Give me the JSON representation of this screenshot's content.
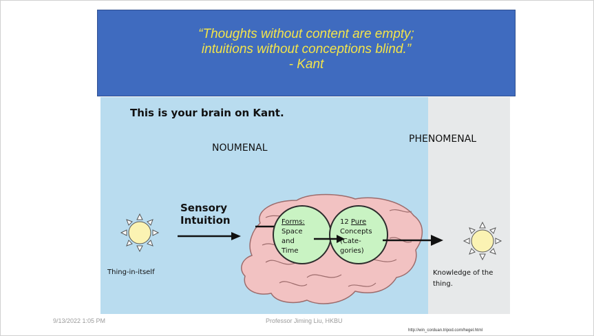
{
  "quote": {
    "line1": "“Thoughts without content are empty;",
    "line2": "intuitions without conceptions blind.”",
    "author": "- Kant"
  },
  "figure": {
    "title": "This is your brain on Kant.",
    "noumenal_label": "NOUMENAL",
    "phenomenal_label": "PHENOMENAL",
    "sensory_line1": "Sensory",
    "sensory_line2": "Intuition",
    "thing_in_itself": "Thing-in-itself",
    "forms": {
      "line1": "Forms:",
      "line2": "Space",
      "line3": "and",
      "line4": "Time"
    },
    "concepts": {
      "line1_prefix": "12 ",
      "line1_link": "Pure",
      "line2": "Concepts",
      "line3": "(Cate-",
      "line4": "gories)"
    },
    "knowledge_line1": "Knowledge of the",
    "knowledge_line2": "thing.",
    "colors": {
      "noumenal_bg": "#b9dcef",
      "phenomenal_bg": "#e7e9ea",
      "sun": "#fbf3b3",
      "circle": "#c9f3c3",
      "brain": "#f2c2c2"
    }
  },
  "footer": {
    "date": "9/13/2022 1:05 PM",
    "presenter": "Professor Jiming Liu, HKBU",
    "source_url": "http://win_corduan.tripod.com/hegel.html"
  }
}
